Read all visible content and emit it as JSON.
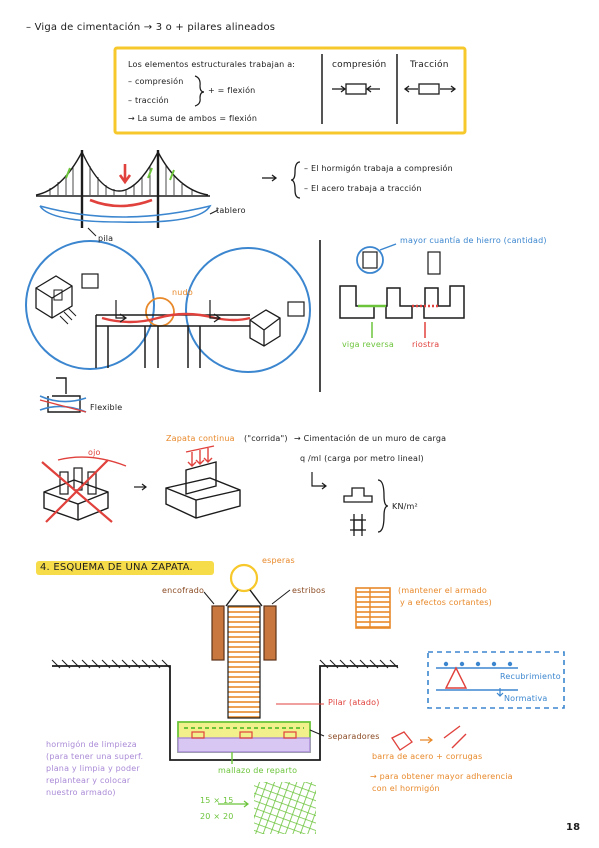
{
  "header": {
    "title": "– Viga de cimentación → 3 o + pilares alineados"
  },
  "box": {
    "intro": "Los elementos estructurales trabajan a:",
    "item1": "– compresión",
    "item2": "– tracción",
    "plus_flex": "+ = flexión",
    "sum": "→ La suma de ambos = flexión",
    "col1": "compresión",
    "col2": "Tracción"
  },
  "bridge": {
    "pila": "pila",
    "tablero": "tablero",
    "note1": "– El hormigón trabaja a compresión",
    "note2": "– El acero trabaja a tracción"
  },
  "frame": {
    "nudo": "nudo",
    "flexible": "Flexible"
  },
  "beam": {
    "mayor": "mayor cuantía de hierro (cantidad)",
    "viga_reversa": "viga reversa",
    "riostra": "riostra"
  },
  "zapata": {
    "ojo": "ojo",
    "continua": "Zapata continua",
    "corrida": "(\"corrida\")",
    "cimentacion": "→ Cimentación de un muro de carga",
    "qml": "q /ml (carga por metro lineal)",
    "kn": "KN/m²"
  },
  "section": {
    "title": "4. ESQUEMA  DE UNA ZAPATA.",
    "esperas": "esperas",
    "encofrado": "encofrado",
    "estribos": "estribos",
    "mantener1": "(mantener el armado",
    "mantener2": "y a efectos cortantes)",
    "recubrimiento": "Recubrimiento",
    "normativa": "Normativa",
    "pilar": "Pilar (atado)",
    "separadores": "separadores",
    "limp1": "hormigón de limpieza",
    "limp2": "(para tener una superf.",
    "limp3": "plana y limpia y poder",
    "limp4": "replantear y colocar",
    "limp5": "nuestro armado)",
    "mallazo": "mallazo de reparto",
    "barra": "barra de acero + corrugas",
    "adh1": "→ para obtener mayor adherencia",
    "adh2": "con el hormigón",
    "m1": "15 × 15",
    "m2": "20 × 20"
  },
  "page_number": "18",
  "colors": {
    "yellow": "#f7c82b",
    "red": "#e0413c",
    "blue": "#3b86cf",
    "green": "#6cc43b",
    "orange": "#e8892a",
    "purple": "#a98ad6"
  }
}
